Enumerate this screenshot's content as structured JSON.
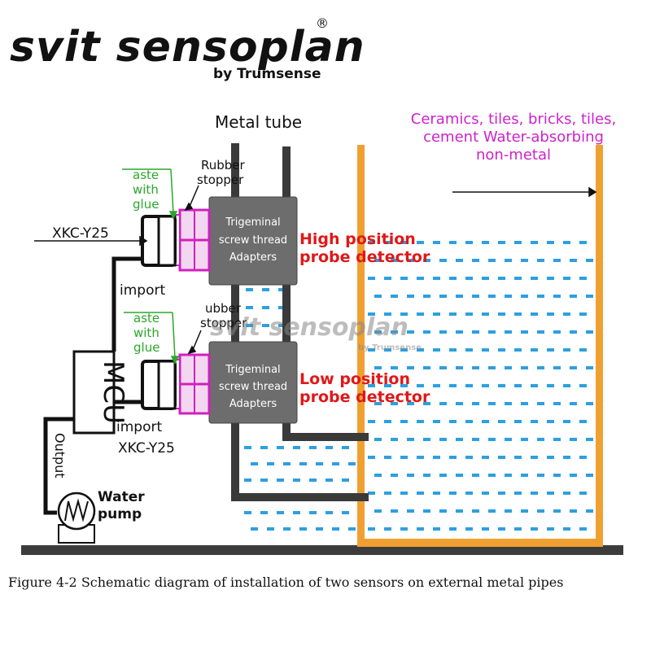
{
  "brand": {
    "name": "svit sensoplan",
    "registered": "®",
    "byline": "by Trumsense"
  },
  "labels": {
    "metal_tube": "Metal tube",
    "ceramics_1": "Ceramics, tiles, bricks, tiles,",
    "ceramics_2": "cement Water-absorbing",
    "ceramics_3": "non-metal",
    "rubber_1": "Rubber",
    "rubber_2": "stopper",
    "paste_1": "aste",
    "paste_2": "with",
    "paste_3": "glue",
    "sensor_top": "XKC-Y25",
    "adapter_1": "Trigeminal",
    "adapter_2": "screw thread",
    "adapter_3": "Adapters",
    "high_1": "High position",
    "high_2": "probe detector",
    "import_top": "import",
    "paste2_1": "aste",
    "paste2_2": "with",
    "paste2_3": "glue",
    "rubber2_1": "ubber",
    "rubber2_2": "stopper",
    "mcu": "MCU",
    "adapter2_1": "Trigeminal",
    "adapter2_2": "screw thread",
    "adapter2_3": "Adapters",
    "low_1": "Low position",
    "low_2": "probe detector",
    "import_bottom": "import",
    "sensor_bottom": "XKC-Y25",
    "output": "Output",
    "pump_1": "Water",
    "pump_2": "pump"
  },
  "caption": "Figure 4-2 Schematic diagram of installation of two sensors on external metal pipes",
  "colors": {
    "pipe": "#3a3a3a",
    "container": "#f0a030",
    "water": "#2e9fe0",
    "adapter": "#6d6d6d",
    "stopper": "#d020c0",
    "red_label": "#e01818",
    "magenta_label": "#cc22cc",
    "glue_green": "#2aa82a",
    "ground": "#3c3c3c"
  }
}
